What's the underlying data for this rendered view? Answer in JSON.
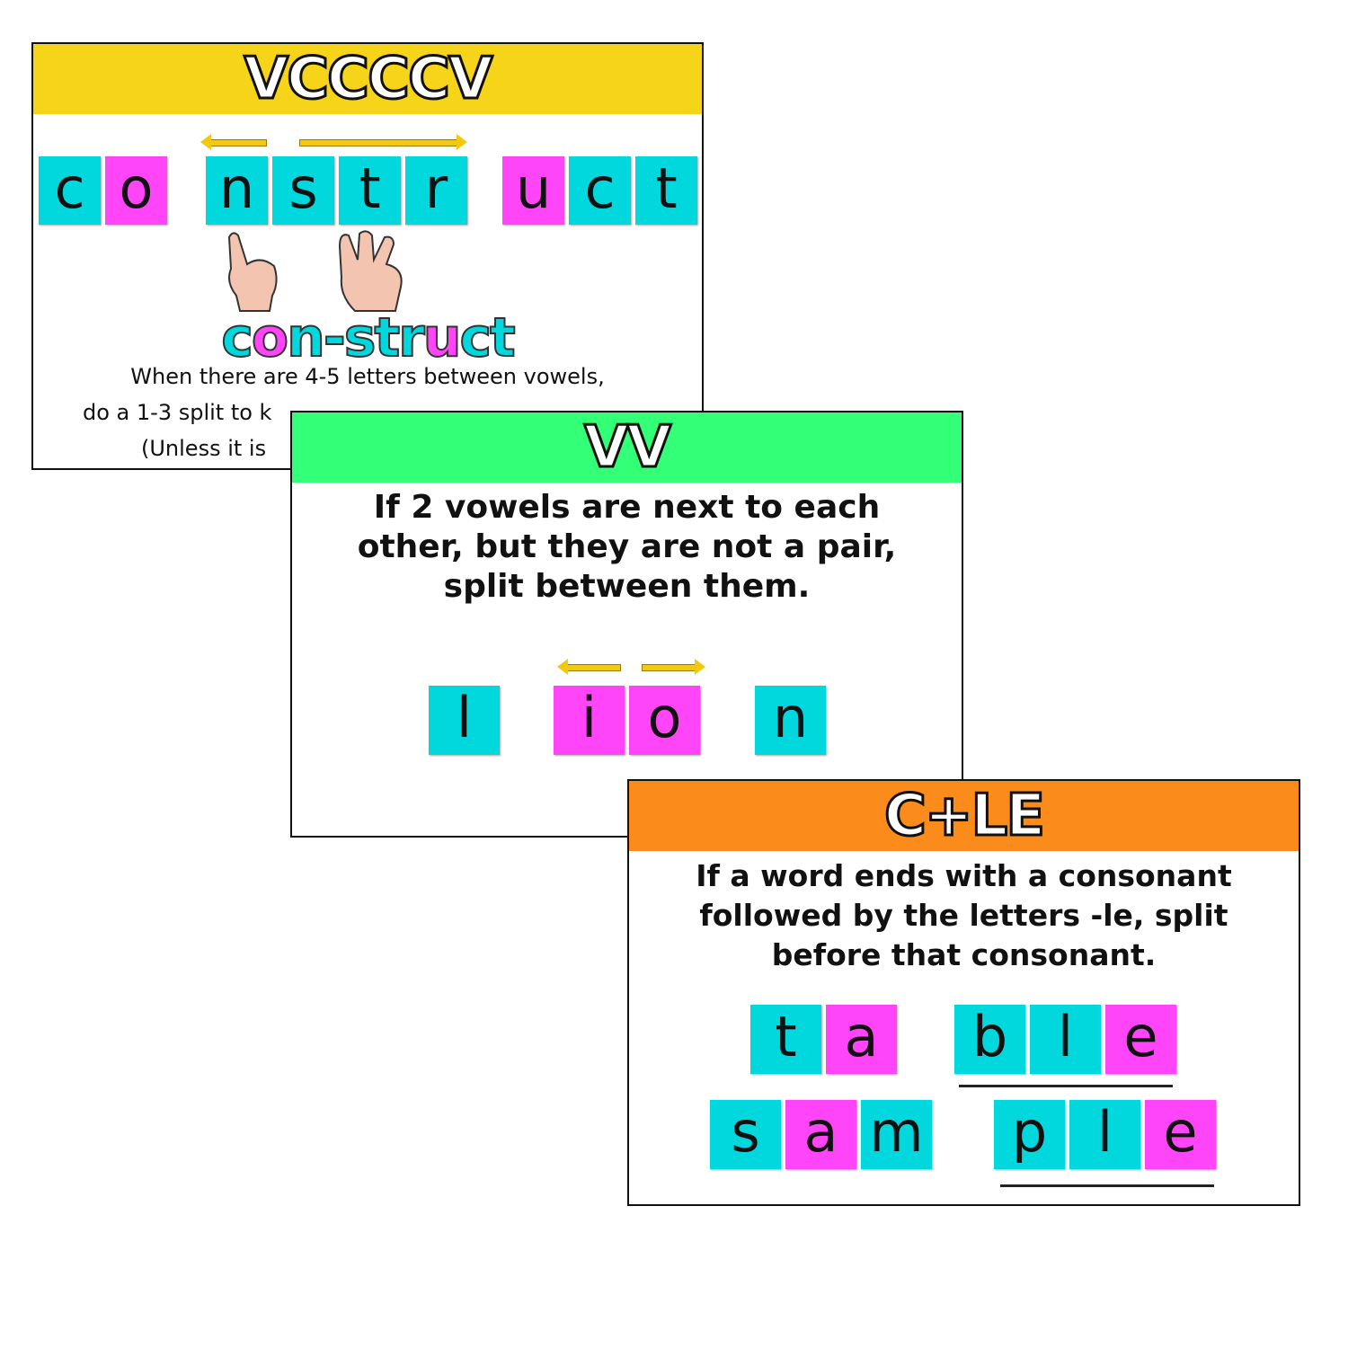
{
  "colors": {
    "consonant": "#00D8DE",
    "vowel": "#FF45F7",
    "arrow": "#F2C90F",
    "vcccv_header": "#F5D41A",
    "vv_header": "#33FF77",
    "cle_header": "#FB8C1C"
  },
  "slide1": {
    "title": "VCCCCV",
    "tiles": [
      "c",
      "o",
      "n",
      "s",
      "t",
      "r",
      "u",
      "c",
      "t"
    ],
    "split_word": [
      "c",
      "o",
      "n",
      "-",
      "s",
      "t",
      "r",
      "u",
      "c",
      "t"
    ],
    "lines": [
      "When there are 4-5 letters between vowels,",
      "do a 1-3 split to k",
      "(Unless it is"
    ],
    "icons": [
      "hand-one-finger-icon",
      "hand-three-fingers-icon"
    ]
  },
  "slide2": {
    "title": "VV",
    "rule": [
      "If 2 vowels are next to each",
      "other, but they are not a pair,",
      "split between them."
    ],
    "tiles": [
      "l",
      "i",
      "o",
      "n"
    ]
  },
  "slide3": {
    "title": "C+LE",
    "rule": [
      "If a word ends with a consonant",
      "followed by the letters -le, split",
      "before that consonant."
    ],
    "row1": [
      "t",
      "a",
      "b",
      "l",
      "e"
    ],
    "row2": [
      "s",
      "a",
      "m",
      "p",
      "l",
      "e"
    ]
  }
}
